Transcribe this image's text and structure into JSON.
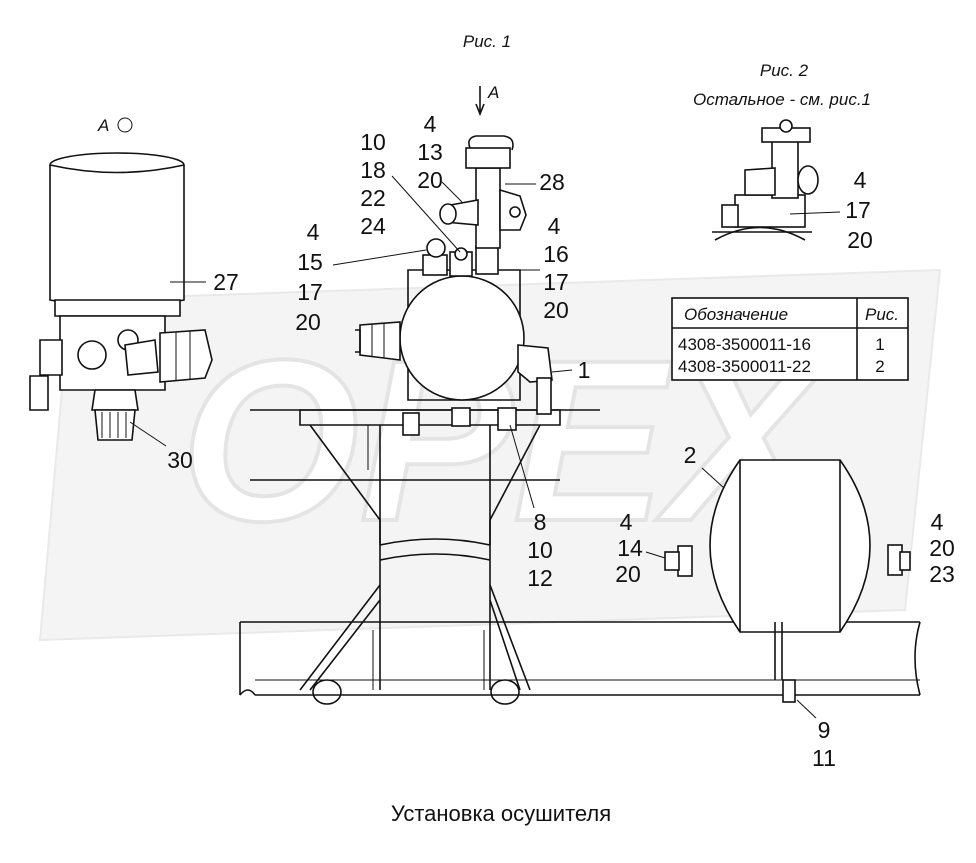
{
  "watermark": "OPEX",
  "figure1_title": "Рис. 1",
  "figure2_title": "Рис. 2",
  "figure2_note": "Остальное - см. рис.1",
  "view_arrow_label": "A",
  "view_circle_label": "A",
  "callouts": {
    "c_4_13_20": [
      "4",
      "13",
      "20"
    ],
    "c_10_18_22_24": [
      "10",
      "18",
      "22",
      "24"
    ],
    "c_28": [
      "28"
    ],
    "c_4_15_17_20": [
      "4",
      "15",
      "17",
      "20"
    ],
    "c_4_16_17_20": [
      "4",
      "16",
      "17",
      "20"
    ],
    "c_27": [
      "27"
    ],
    "c_1": [
      "1"
    ],
    "c_30": [
      "30"
    ],
    "c_8_10_12": [
      "8",
      "10",
      "12"
    ],
    "c_2": [
      "2"
    ],
    "c_4_14_20": [
      "4",
      "14",
      "20"
    ],
    "c_4_20_23": [
      "4",
      "20",
      "23"
    ],
    "c_9_11": [
      "9",
      "11"
    ],
    "c_fig2_4_17_20": [
      "4",
      "17",
      "20"
    ]
  },
  "table": {
    "headers": [
      "Обозначение",
      "Рис."
    ],
    "rows": [
      [
        "4308-3500011-16",
        "1"
      ],
      [
        "4308-3500011-22",
        "2"
      ]
    ]
  },
  "caption": "Установка осушителя"
}
